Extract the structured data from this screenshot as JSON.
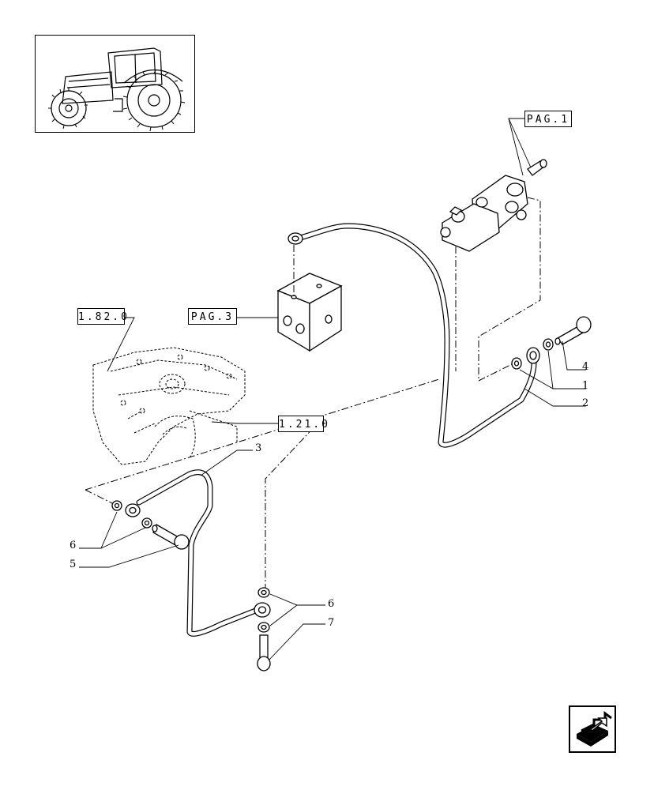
{
  "references": {
    "pag1": "PAG.1",
    "pag3": "PAG.3",
    "ref_1820": "1.82.0",
    "ref_1210": "1.21.0"
  },
  "callouts": {
    "c1": "1",
    "c2": "2",
    "c3": "3",
    "c4": "4",
    "c5": "5",
    "c6a": "6",
    "c6b": "6",
    "c7": "7"
  },
  "thumbnail": {
    "icon": "tractor-icon"
  },
  "navigation": {
    "icon": "next-page-arrow-icon"
  }
}
